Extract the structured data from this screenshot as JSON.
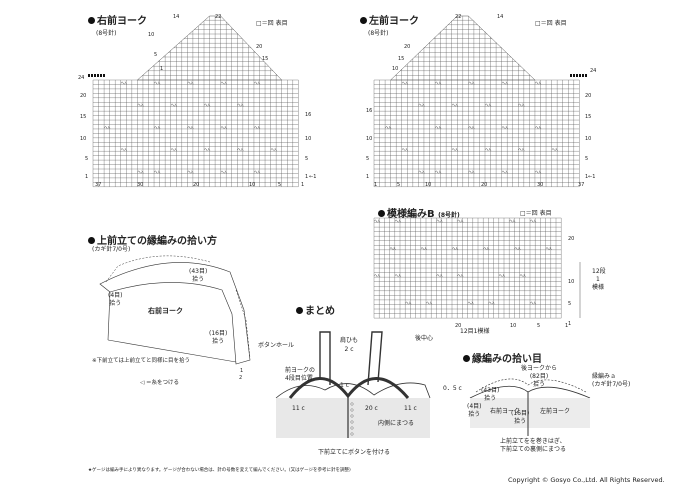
{
  "sections": {
    "right_yoke": {
      "title": "右前ヨーク",
      "needle": "(8号針)",
      "legend_sym": "□＝回",
      "legend_label": "表目",
      "top_nums": [
        "14",
        "22"
      ],
      "left_nums": [
        "24",
        "20",
        "15",
        "10",
        "5",
        "1"
      ],
      "right_nums": [
        "16",
        "10",
        "5",
        "1"
      ],
      "left_top_nums": [
        "10",
        "5",
        "1"
      ],
      "bottom_nums": [
        "37",
        "30",
        "20",
        "10",
        "5",
        "1"
      ],
      "arrow": "←1",
      "right_diag_nums": [
        "20",
        "15"
      ]
    },
    "left_yoke": {
      "title": "左前ヨーク",
      "needle": "(8号針)",
      "legend_sym": "□＝回",
      "legend_label": "表目",
      "top_nums": [
        "22",
        "14"
      ],
      "left_nums": [
        "16",
        "10",
        "5",
        "1"
      ],
      "right_nums": [
        "24",
        "20",
        "15",
        "10",
        "5",
        "1"
      ],
      "bottom_nums": [
        "1",
        "5",
        "10",
        "20",
        "30",
        "37"
      ],
      "arrow": "←1",
      "left_diag_nums": [
        "20",
        "15",
        "10"
      ]
    },
    "pattern_b": {
      "title": "模様編みB",
      "needle": "(8号針)",
      "legend_sym": "□＝回",
      "legend_label": "表目",
      "right_nums": [
        "20",
        "10",
        "5",
        "1"
      ],
      "right_side": [
        "12段",
        "1",
        "模様"
      ],
      "bottom_nums": [
        "20",
        "10",
        "5",
        "1"
      ],
      "bottom_label": "12目1模様",
      "center_label": "後中心"
    },
    "border": {
      "title": "上前立ての縁編みの拾い方",
      "hook": "(カギ針7/0号)",
      "label_43": "(43目)",
      "label_43b": "拾う",
      "label_4": "(4目)",
      "label_4b": "拾う",
      "yoke_label": "右前ヨーク",
      "label_16": "(16目)",
      "label_16b": "拾う",
      "buttonhole": "ボタンホール",
      "note1": "※下前立ては上前立てと同様に目を拾う",
      "note2": "◁ ＝糸をつける",
      "dim_1": "1",
      "dim_2": "2"
    },
    "finish": {
      "title": "まとめ",
      "strap": "肩ひも",
      "strap_len": "2 c",
      "pos1": "前ヨークの",
      "pos2": "4段目位置",
      "d1": "1 c",
      "d11a": "11 c",
      "d20": "20 c",
      "d11b": "11 c",
      "inside": "内側にまつる",
      "button": "下前立てにボタンを付ける"
    },
    "edge": {
      "title": "縁編みの拾い目",
      "from_back1": "後ヨークから",
      "from_back2": "(82目)",
      "from_back3": "拾う",
      "edge_a": "縁編みａ",
      "edge_a2": "(カギ針7/0号)",
      "c05": "0．5 c",
      "p43a": "(43目)",
      "p43b": "拾う",
      "p4a": "(4目)",
      "p4b": "拾う",
      "right_y": "右前ヨーク",
      "left_y": "左前ヨーク",
      "p16a": "(16目)",
      "p16b": "拾う",
      "n1": "上前立てをを巻きはぎ、",
      "n2": "下前立ての裏側にまつる"
    },
    "footer": {
      "gauge_note": "★ゲージは編み手により異なります。ゲージが合わない場合は、針の号数を変えて編んでください。(又はゲージを参考に針を調整)",
      "copyright": "Copyright © Gosyo Co.,Ltd. All Rights Reserved."
    }
  },
  "colors": {
    "grid": "#555555",
    "text": "#222222",
    "bg": "#ffffff"
  }
}
